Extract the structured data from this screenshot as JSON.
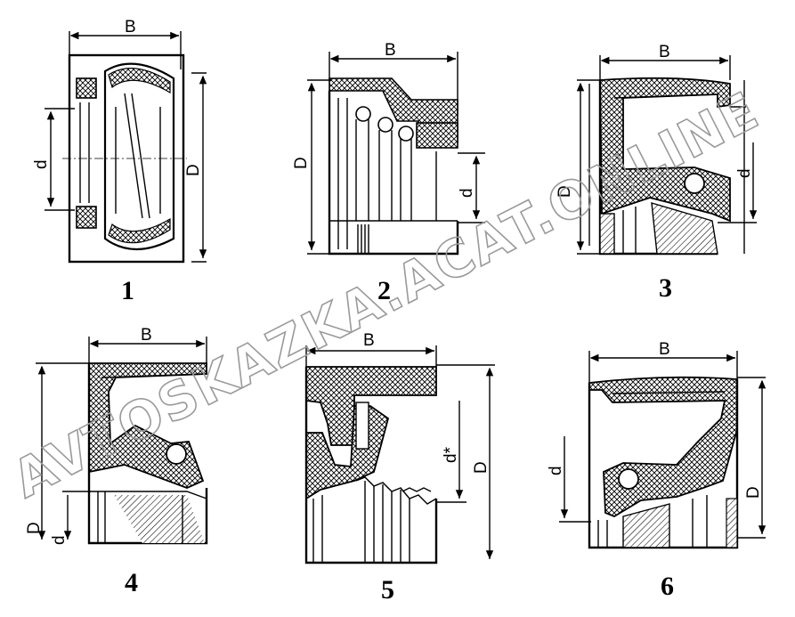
{
  "watermark": "AVTOSKAZKA.ACAT.ONLINE",
  "figures": [
    {
      "number": "1",
      "labels": {
        "width": "B",
        "outer": "D",
        "inner": "d"
      }
    },
    {
      "number": "2",
      "labels": {
        "width": "B",
        "outer": "D",
        "inner": "d"
      }
    },
    {
      "number": "3",
      "labels": {
        "width": "B",
        "outer": "D",
        "inner": "d"
      }
    },
    {
      "number": "4",
      "labels": {
        "width": "B",
        "outer": "D",
        "inner": "d"
      }
    },
    {
      "number": "5",
      "labels": {
        "width": "B",
        "outer": "D",
        "inner": "d*"
      }
    },
    {
      "number": "6",
      "labels": {
        "width": "B",
        "outer": "D",
        "inner": "d"
      }
    }
  ]
}
